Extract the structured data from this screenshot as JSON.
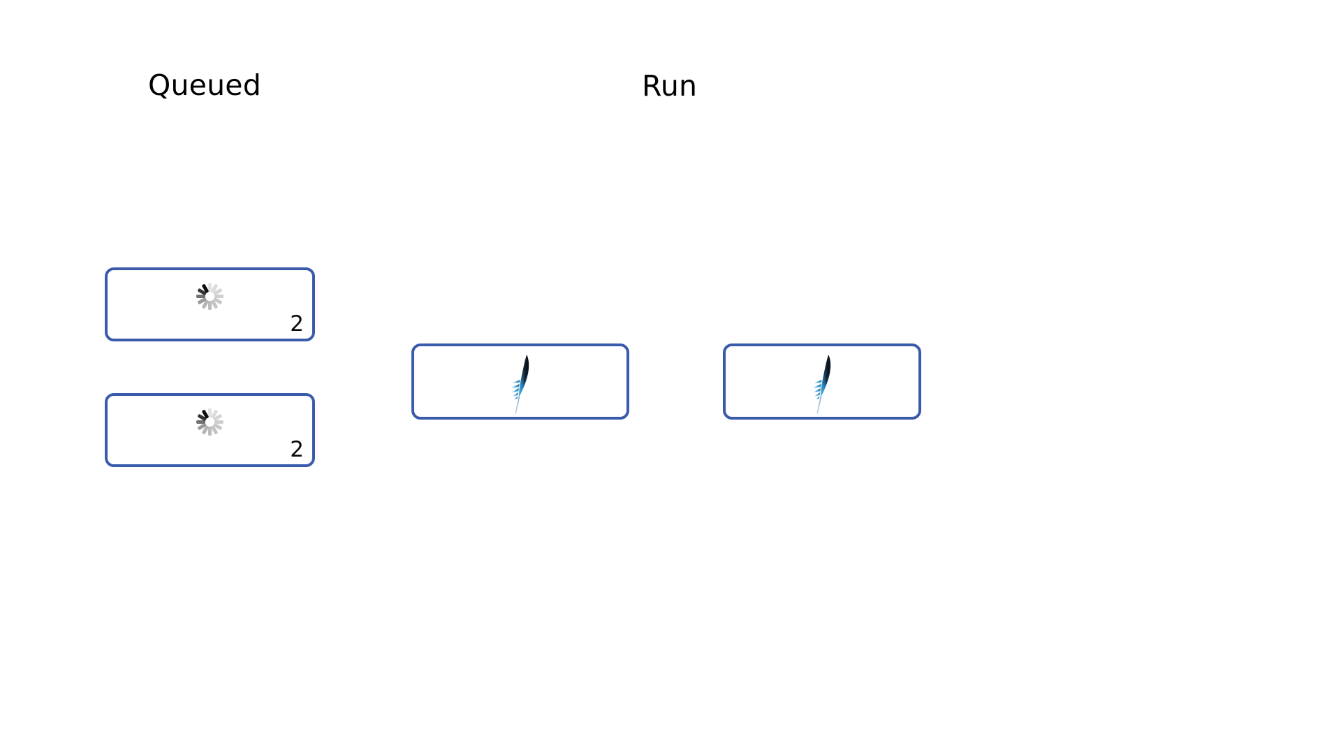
{
  "board": {
    "background_color": "#ffffff",
    "accent_color": "#3a5bab",
    "columns": [
      {
        "id": "queued",
        "title": "Queued",
        "cards": [
          {
            "id": "queued-card-1",
            "icon": "loading-spinner-icon",
            "badge": "2"
          },
          {
            "id": "queued-card-2",
            "icon": "loading-spinner-icon",
            "badge": "2"
          }
        ]
      },
      {
        "id": "run",
        "title": "Run",
        "cards": [
          {
            "id": "run-card-1",
            "icon": "apache-feather-icon",
            "badge": ""
          },
          {
            "id": "run-card-2",
            "icon": "apache-feather-icon",
            "badge": ""
          }
        ]
      }
    ]
  },
  "icons": {
    "spinner_name": "loading-spinner-icon",
    "feather_name": "apache-feather-icon",
    "spinner_colors": {
      "dark": "#1a1a1a",
      "light": "#d8d8d8"
    },
    "feather_colors": {
      "tip": "#101b28",
      "barb": "#2fa3dd",
      "quill": "#9fbcd6"
    }
  }
}
